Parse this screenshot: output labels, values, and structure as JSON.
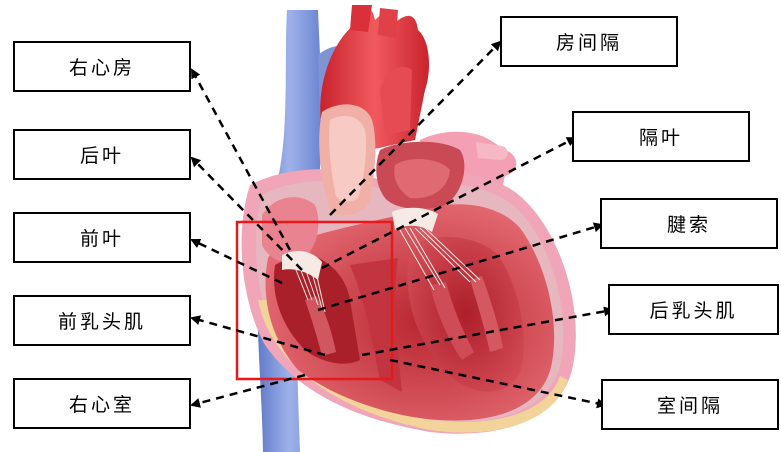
{
  "labels": {
    "right_atrium": "右心房",
    "posterior_leaflet": "后叶",
    "anterior_leaflet": "前叶",
    "anterior_papillary_muscle": "前乳头肌",
    "right_ventricle": "右心室",
    "atrial_septum": "房间隔",
    "septal_leaflet": "隔叶",
    "chordae_tendineae": "腱索",
    "posterior_papillary_muscle": "后乳头肌",
    "ventricular_septum": "室间隔"
  },
  "colors": {
    "highlight_box": "#e8191b",
    "vein_blue": "#7f95d9",
    "artery_red": "#e2393f",
    "myocardium": "#c6333c",
    "myocardium_light": "#e58d8f",
    "fat_yellow": "#f2d49a",
    "pericardium_pink": "#f2a2b5"
  }
}
